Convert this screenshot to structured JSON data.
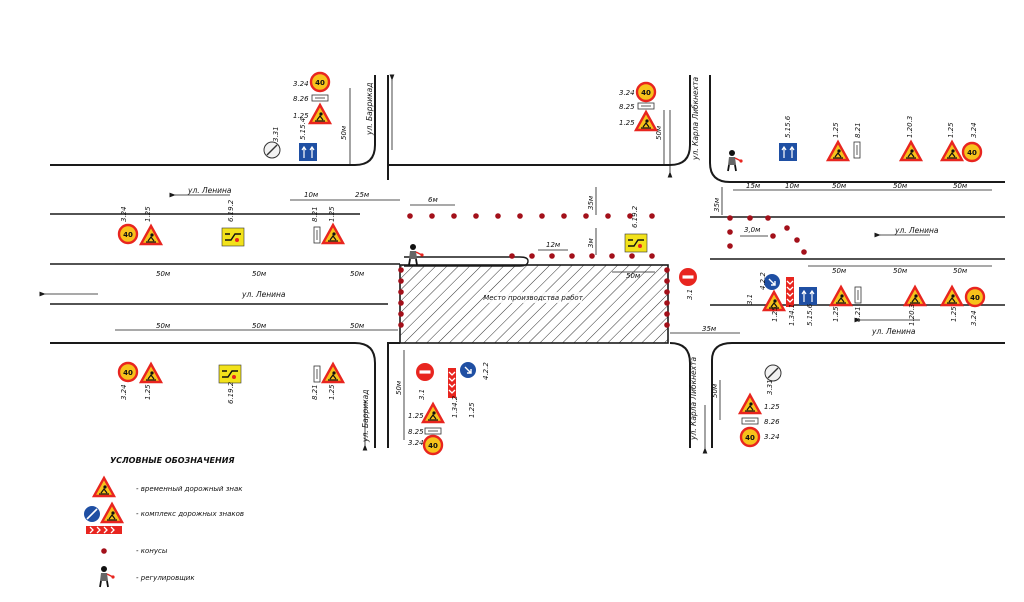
{
  "streets": {
    "lenina": "ул. Ленина",
    "barrikad": "ул. Баррикад",
    "karla_libknekhta": "ул. Карла Либкнехта"
  },
  "work_zone_label": "Место производства работ",
  "dimensions": {
    "d10": "10м",
    "d25": "25м",
    "d6": "6м",
    "d35": "35м",
    "d12": "12м",
    "d3": "3м",
    "d15": "15м",
    "d50": "50м",
    "d30": "3,0м"
  },
  "sign_codes": {
    "s324": "3.24",
    "s826": "8.26",
    "s125": "1.25",
    "s331": "3.31",
    "s5154": "5.15.4",
    "s5156": "5.15.6",
    "s821": "8.21",
    "s6192": "6.19.2",
    "s12023": "1.20.3",
    "s31": "3.1",
    "s422": "4.2.2",
    "s1342": "1.34.2",
    "s1341": "1.34.1",
    "s825": "8.25",
    "s40": "40"
  },
  "legend": {
    "title": "УСЛОВНЫЕ ОБОЗНАЧЕНИЯ",
    "items": [
      "- временный дорожный знак",
      "- комплекс дорожных знаков",
      "- конусы",
      "- регулировщик"
    ]
  },
  "colors": {
    "warning_red": "#e8251f",
    "warning_fill": "#f7c21b",
    "info_blue": "#1f4fa3",
    "cone_red": "#a3101a",
    "detour_yellow": "#f2e21b"
  }
}
